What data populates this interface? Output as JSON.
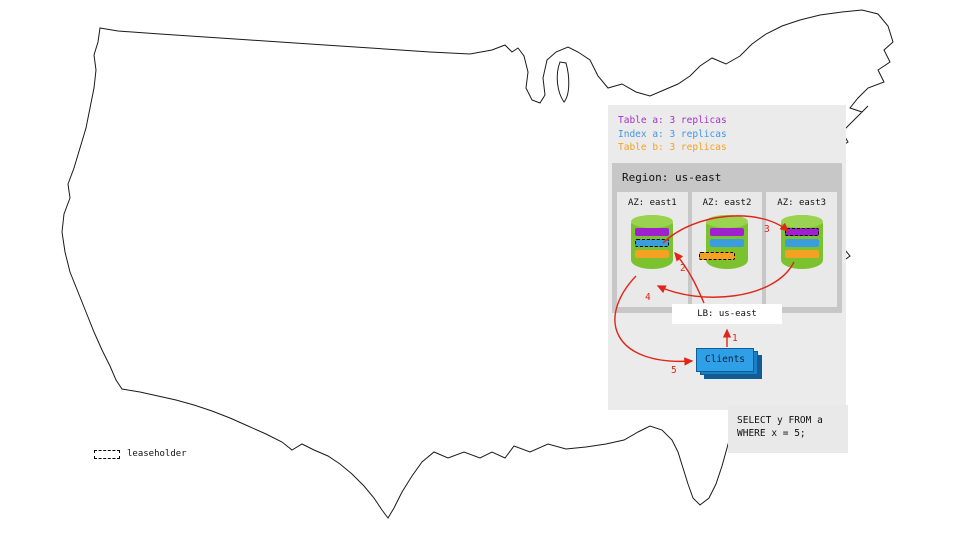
{
  "legend": {
    "items": [
      {
        "label": "Table a: 3 replicas",
        "color": "#a333c8"
      },
      {
        "label": "Index a: 3 replicas",
        "color": "#4596e0"
      },
      {
        "label": "Table b: 3 replicas",
        "color": "#f5a123"
      }
    ]
  },
  "region": {
    "title": "Region: us-east",
    "azs": [
      {
        "label": "AZ: east1",
        "leaseholder": "index-a"
      },
      {
        "label": "AZ: east2",
        "leaseholder": "table-b"
      },
      {
        "label": "AZ: east3",
        "leaseholder": "table-a"
      }
    ]
  },
  "lb": {
    "label": "LB: us-east"
  },
  "clients": {
    "label": "Clients"
  },
  "query": {
    "line1": "SELECT y FROM a",
    "line2": "WHERE x = 5;"
  },
  "map_legend": {
    "label": "leaseholder"
  },
  "flow": {
    "steps": [
      "1",
      "2",
      "3",
      "4",
      "5"
    ]
  },
  "colors": {
    "table_a": "#a020d0",
    "index_a": "#3b9ddd",
    "table_b": "#f5a123",
    "cylinder_green": "#7cc22e",
    "arrow_red": "#e02519",
    "clients_blue": "#2fa0e8"
  }
}
